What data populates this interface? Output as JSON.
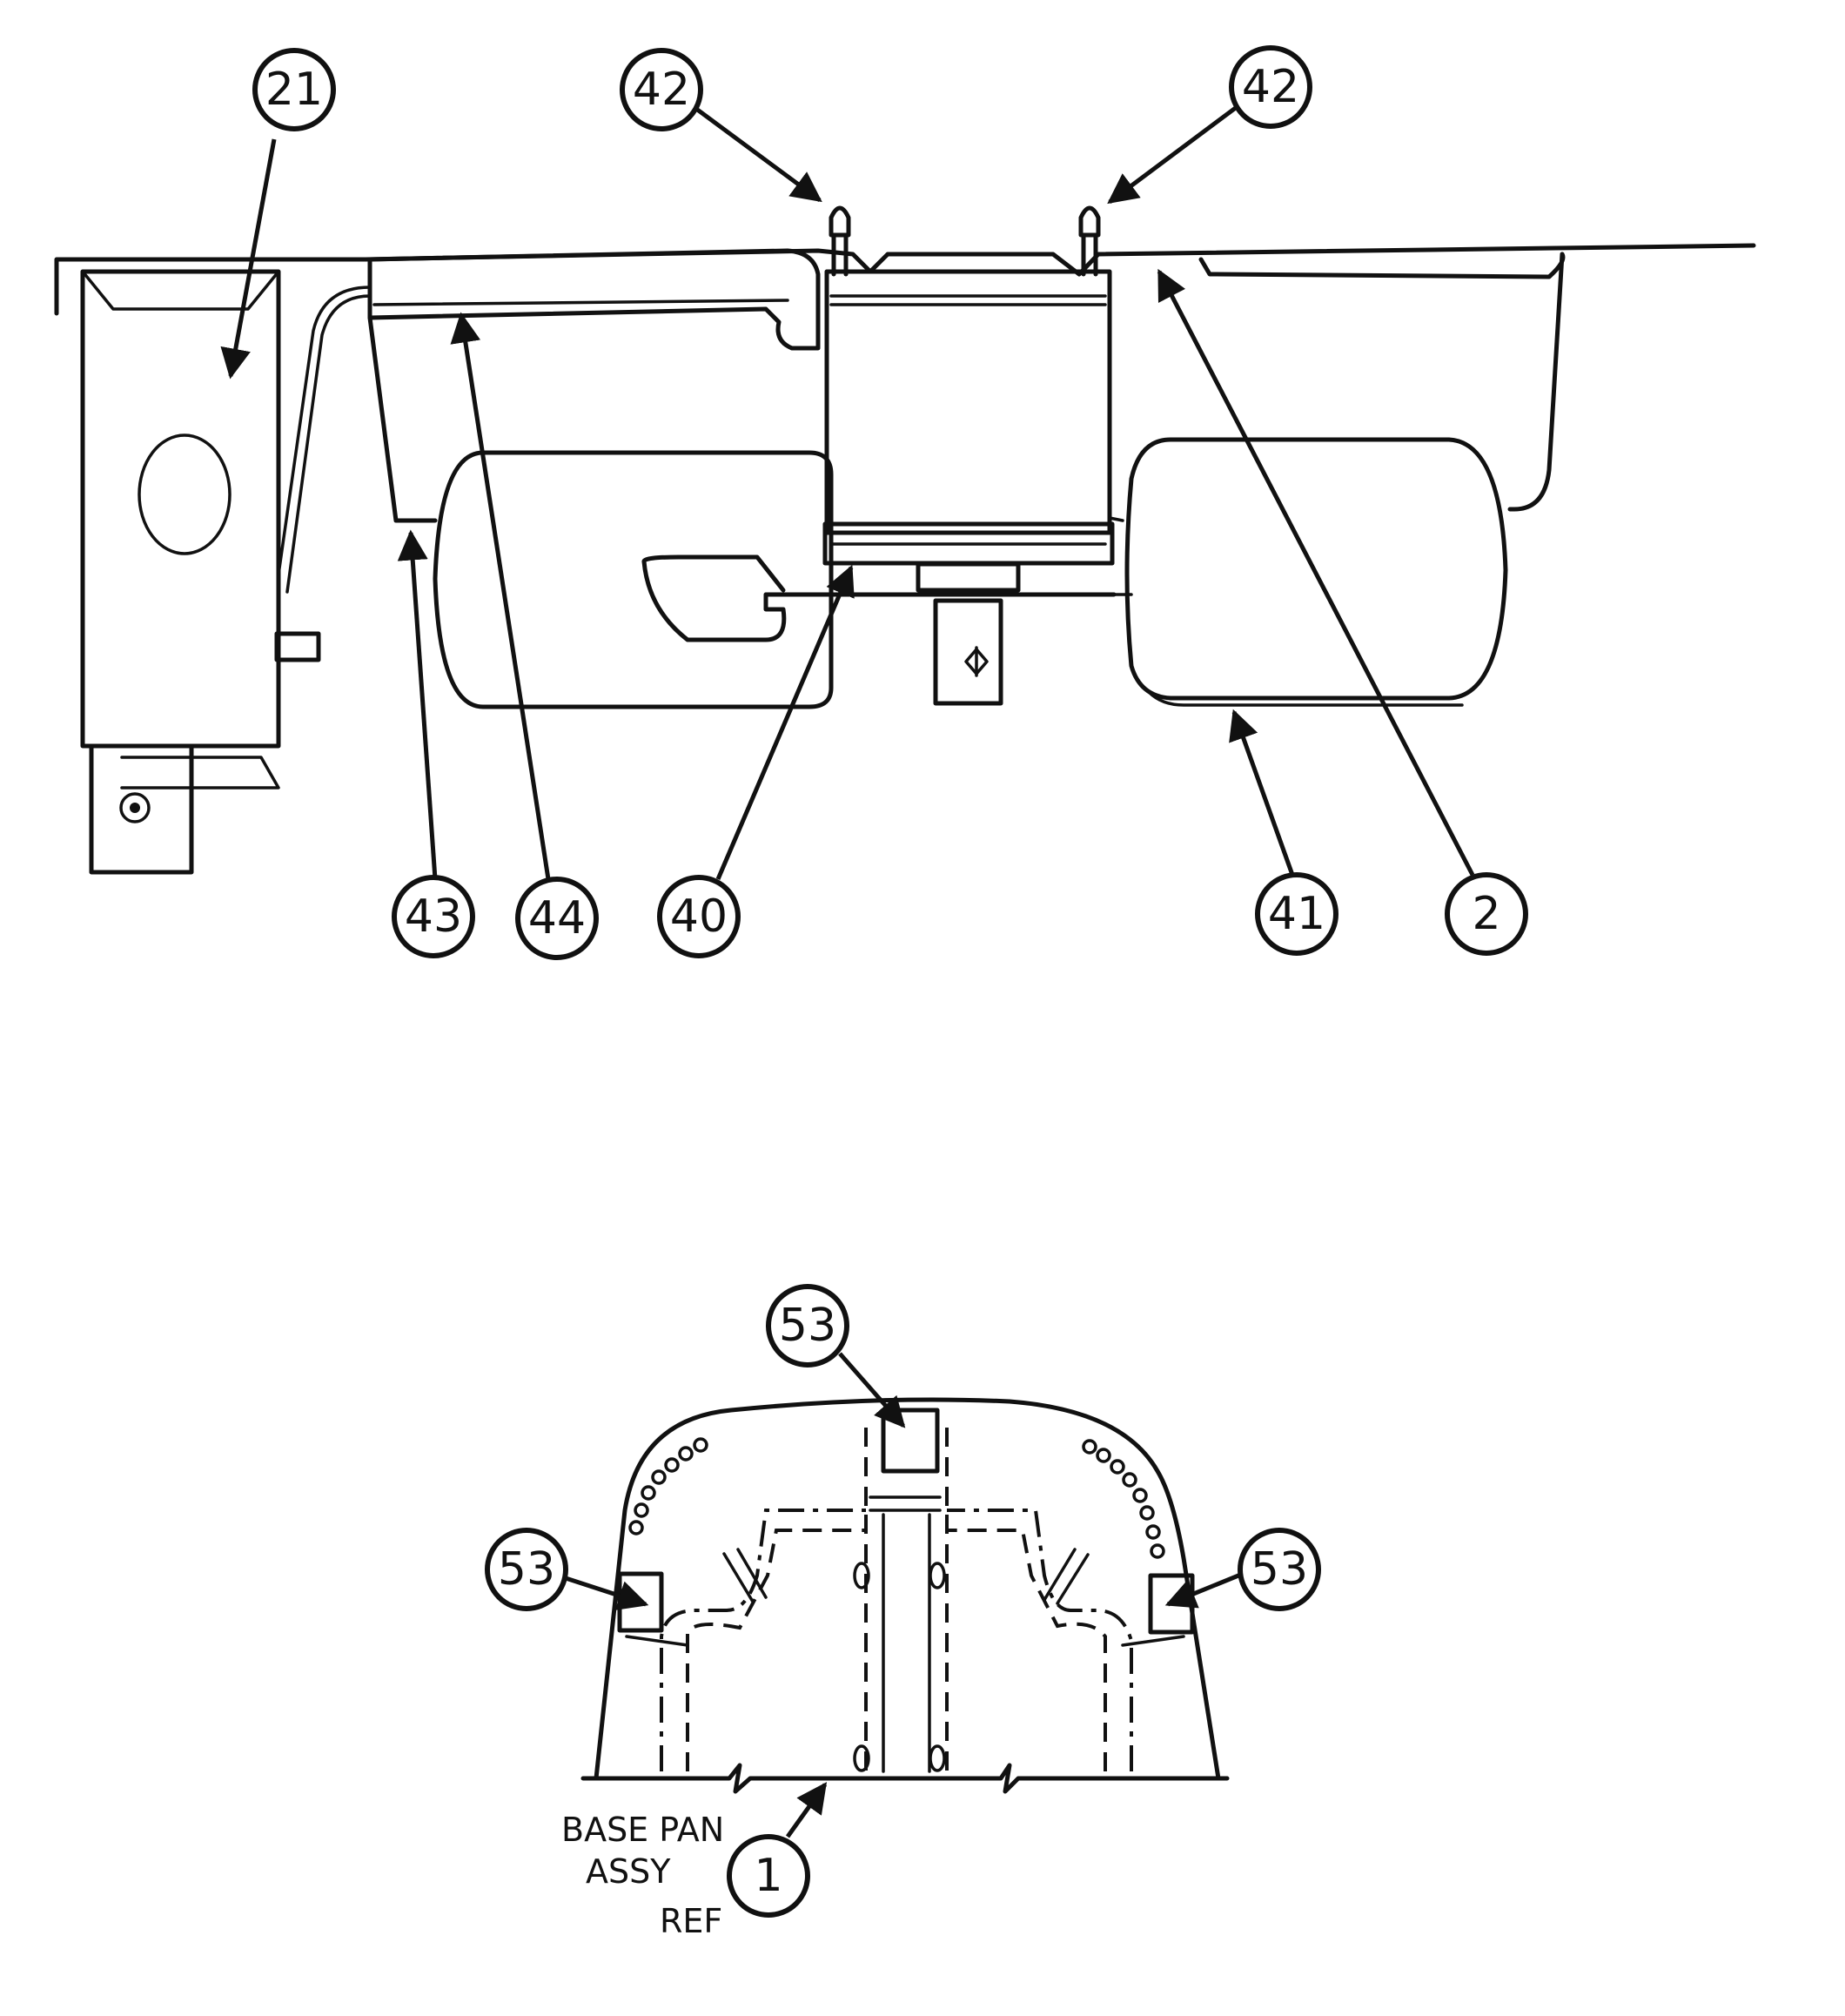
{
  "callouts": {
    "c21": "21",
    "c42a": "42",
    "c42b": "42",
    "c43": "43",
    "c44": "44",
    "c40": "40",
    "c41": "41",
    "c2": "2",
    "c53top": "53",
    "c53left": "53",
    "c53right": "53",
    "c1": "1"
  },
  "base_label": {
    "line1": "BASE PAN",
    "line2": "ASSY",
    "line3": "REF"
  }
}
